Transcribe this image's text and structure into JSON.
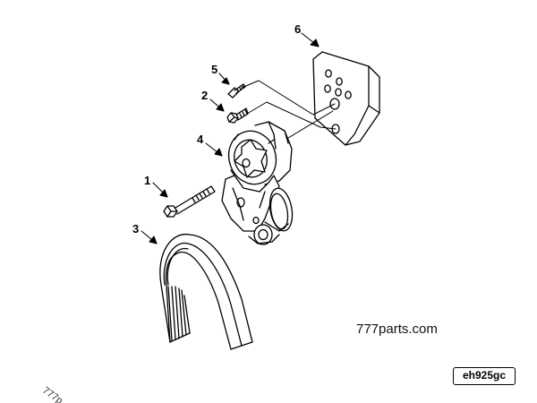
{
  "callouts": {
    "item1": "1",
    "item2": "2",
    "item3": "3",
    "item4": "4",
    "item5": "5",
    "item6": "6"
  },
  "watermark": "777parts.com",
  "watermark_corner": "777p",
  "reference_code": "eh925gc",
  "colors": {
    "line": "#000000",
    "background": "#ffffff"
  }
}
